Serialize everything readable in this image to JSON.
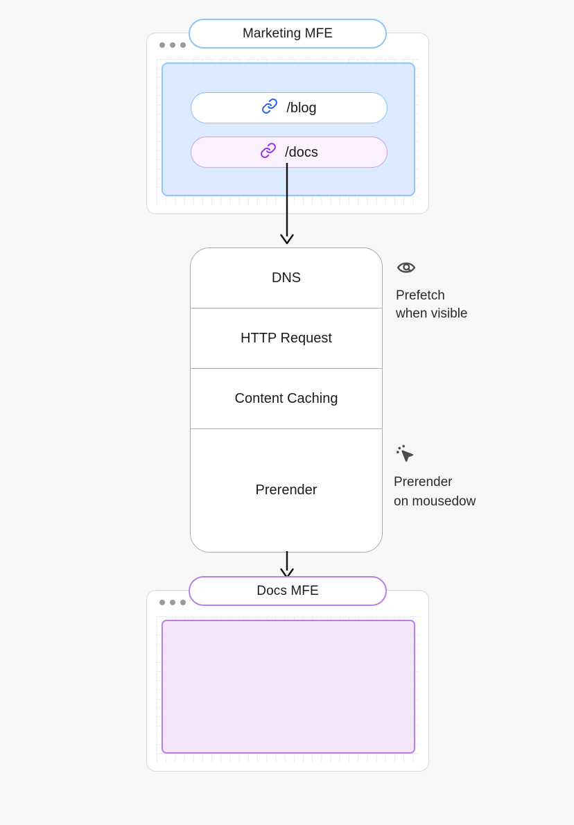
{
  "page": {
    "background_color": "#f7f7f8",
    "accent_blue": "#2563eb",
    "accent_purple": "#9333ea",
    "panel_blue_fill": "#dbeafe",
    "panel_blue_border": "#93c5fd",
    "panel_purple_fill": "#f5e6fb",
    "panel_purple_border": "#b97fe8"
  },
  "marketing_window": {
    "title": "Marketing MFE",
    "title_border_color": "#8cc4f8",
    "traffic_lights": [
      "dot",
      "dot",
      "dot"
    ],
    "routes": [
      {
        "icon": "link-icon",
        "label": "/blog",
        "icon_color": "#2563eb",
        "border_color": "#8cc4f8",
        "fill": "#ffffff"
      },
      {
        "icon": "link-icon",
        "label": "/docs",
        "icon_color": "#9333ea",
        "border_color": "#cba3e8",
        "fill": "#fbf0fd"
      }
    ]
  },
  "pipeline": {
    "steps": [
      {
        "label": "DNS"
      },
      {
        "label": "HTTP Request"
      },
      {
        "label": "Content Caching"
      },
      {
        "label": "Prerender"
      }
    ]
  },
  "annotations": [
    {
      "icon": "scan-eye-icon",
      "line1": "Prefetch",
      "line2": "when visible"
    },
    {
      "icon": "mouse-pointer-click-icon",
      "line1": "Prerender",
      "line2": "on mousedow"
    }
  ],
  "docs_window": {
    "title": "Docs MFE",
    "title_border_color": "#b97fe8",
    "traffic_lights": [
      "dot",
      "dot",
      "dot"
    ]
  },
  "arrows": [
    {
      "name": "arrow-docs-to-pipeline",
      "direction": "down"
    },
    {
      "name": "arrow-pipeline-to-docs",
      "direction": "down"
    }
  ]
}
